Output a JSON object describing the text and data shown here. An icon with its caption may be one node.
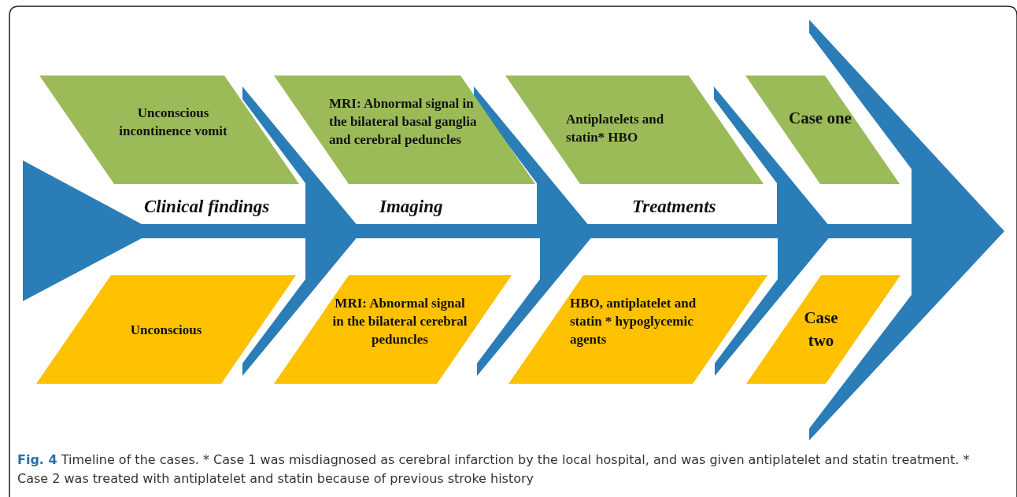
{
  "diagram": {
    "caption": "**Fig. 4** Timeline of the cases. * Case 1 was misdiagnosed as cerebral infarction by the local hospital, and was given antiplatelet and statin treatment. * Case 2 was treated with antiplatelet and statin because of previous stroke history",
    "nodes": [
      {
        "text": [
          "Unconscious incontinence vomit"
        ]
      },
      {
        "text": [
          "MRI: Abnormal signal in the bilateral basal ganglia and cerebral peduncles"
        ]
      },
      {
        "text": [
          "Antiplatelets and statin* HBO"
        ]
      },
      {
        "text": [
          "Case one"
        ]
      },
      {
        "text": [
          "Unconscious"
        ]
      },
      {
        "text": [
          "MRI: Abnormal signal in the bilateral cerebral peduncles"
        ]
      },
      {
        "text": [
          "HBO, antiplatelet and statin * hypoglycemic agents"
        ]
      },
      {
        "text": [
          "Case two"
        ]
      }
    ],
    "edges": [
      {
        "from": 0,
        "to": 1,
        "arrow": "to"
      },
      {
        "from": 4,
        "to": 5,
        "arrow": "to"
      },
      {
        "from": 1,
        "to": 2,
        "arrow": "to"
      },
      {
        "from": 5,
        "to": 6,
        "arrow": "to"
      },
      {
        "from": 2,
        "to": 3,
        "arrow": "to"
      },
      {
        "from": 6,
        "to": 7,
        "arrow": "to"
      }
    ],
    "labels": [
      "Clinical findings",
      "Imaging",
      "Treatments"
    ]
  }
}
